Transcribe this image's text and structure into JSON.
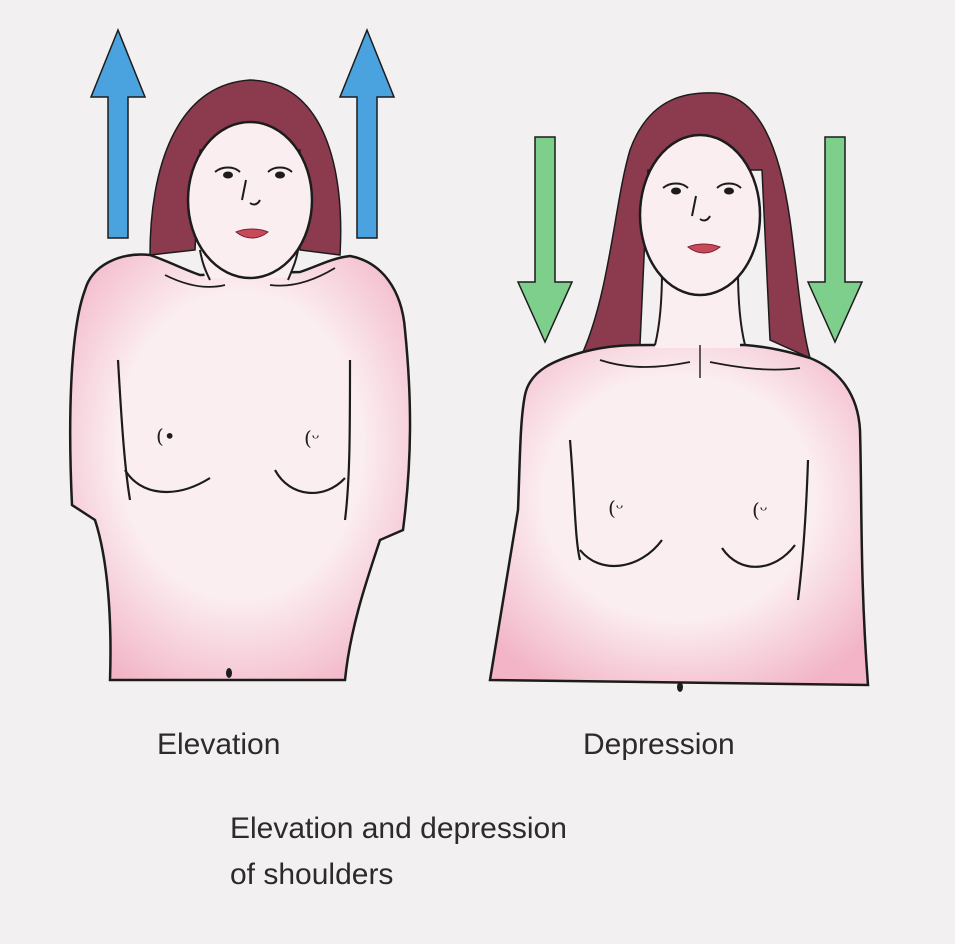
{
  "figure": {
    "panels": [
      {
        "label": "Elevation",
        "arrow_direction": "up",
        "arrow_color": "#4aa3df"
      },
      {
        "label": "Depression",
        "arrow_direction": "down",
        "arrow_color": "#7fcf8c"
      }
    ],
    "caption": {
      "line1": "Elevation and depression",
      "line2": "of shoulders"
    },
    "colors": {
      "background": "#f3f0f1",
      "skin": "#fbeef1",
      "skin_shade": "#ef9fb8",
      "hair": "#8c3a4e",
      "outline": "#1c1c1c",
      "lips": "#c84a5a"
    }
  }
}
